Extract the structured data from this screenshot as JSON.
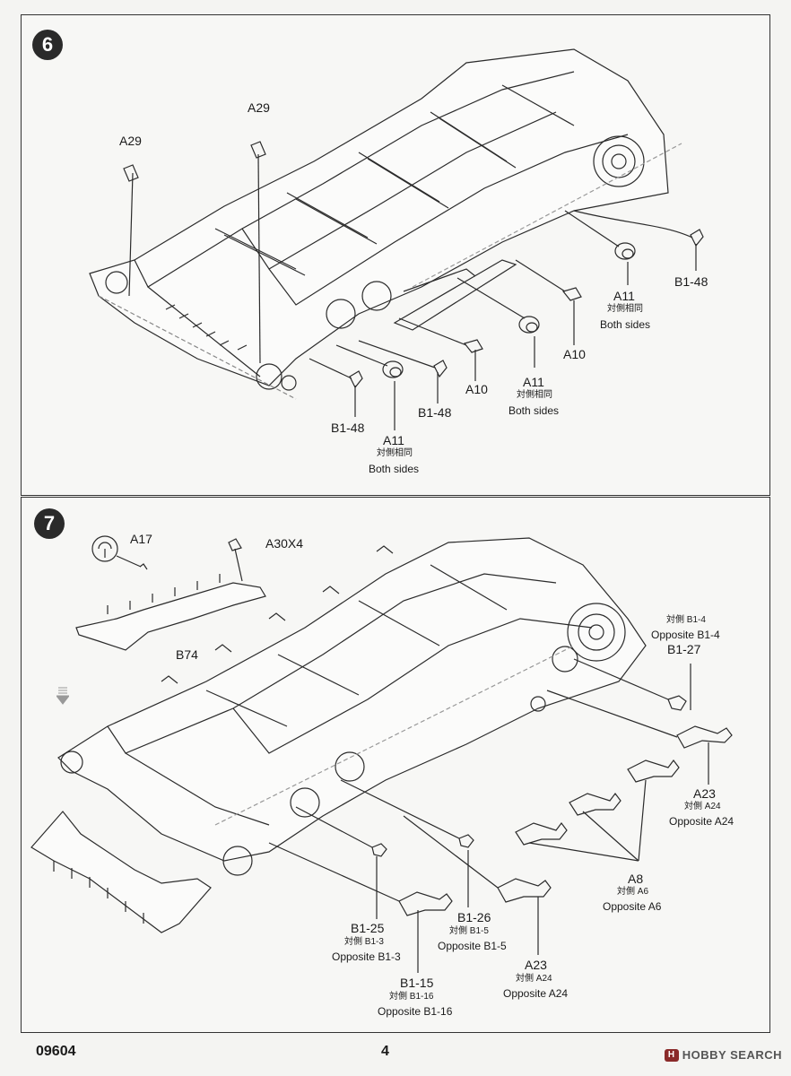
{
  "steps": {
    "step6": {
      "number": "6",
      "labels": {
        "a29_left": "A29",
        "a29_right": "A29",
        "b148_right": "B1-48",
        "a11_right": "A11",
        "a11_right_cn": "対側相同",
        "a11_right_en": "Both sides",
        "a10_right": "A10",
        "a11_mid": "A11",
        "a11_mid_cn": "対側相同",
        "a11_mid_en": "Both sides",
        "a10_mid": "A10",
        "b148_mid": "B1-48",
        "b148_left": "B1-48",
        "a11_left": "A11",
        "a11_left_cn": "対側相同",
        "a11_left_en": "Both sides"
      }
    },
    "step7": {
      "number": "7",
      "labels": {
        "a17": "A17",
        "a30x4": "A30X4",
        "b74": "B74",
        "b14_cn": "対側 B1-4",
        "b14_en": "Opposite B1-4",
        "b127": "B1-27",
        "a23_right": "A23",
        "a23_right_cn": "対側 A24",
        "a23_right_en": "Opposite A24",
        "a8": "A8",
        "a8_cn": "対側 A6",
        "a8_en": "Opposite A6",
        "b125": "B1-25",
        "b125_cn": "対側 B1-3",
        "b125_en": "Opposite B1-3",
        "b126": "B1-26",
        "b126_cn": "対側 B1-5",
        "b126_en": "Opposite B1-5",
        "a23_bottom": "A23",
        "a23_bottom_cn": "対側 A24",
        "a23_bottom_en": "Opposite A24",
        "b115": "B1-15",
        "b115_cn": "対側 B1-16",
        "b115_en": "Opposite B1-16"
      }
    }
  },
  "footer": {
    "code": "09604",
    "page": "4",
    "brand": "HOBBY SEARCH",
    "brand_mark": "H"
  }
}
